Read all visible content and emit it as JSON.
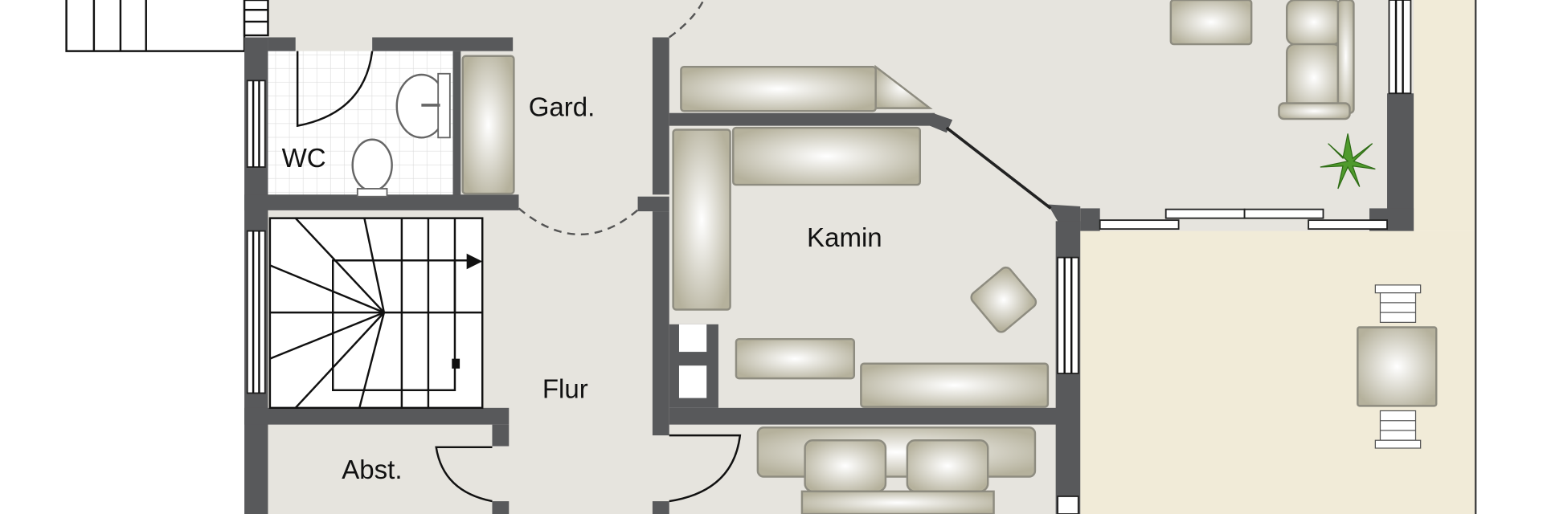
{
  "plan": {
    "rooms": {
      "wc": "WC",
      "garderobe": "Gard.",
      "kamin": "Kamin",
      "flur": "Flur",
      "abstellraum": "Abst."
    }
  },
  "colors": {
    "wall": "#58595b",
    "floor": "#e6e4de",
    "terrace": "#f1ebd8",
    "plant": "#4f9a2c"
  }
}
